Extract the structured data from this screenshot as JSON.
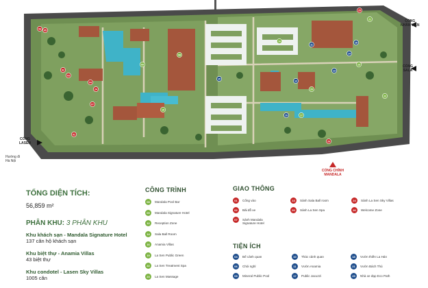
{
  "colors": {
    "congtrinh": "#7cb342",
    "giaothong": "#c62828",
    "tienich": "#1f4e8c",
    "accent_green": "#3b6e3b",
    "road": "#3a3a3a"
  },
  "map": {
    "gates": {
      "nhanvien": "CỔNG\nNHÂN VIÊN",
      "sala": "CỔNG\nSALA",
      "lasen": "CỔNG\nLASEN",
      "chinh": "CỔNG CHÍNH\nMANDALA"
    },
    "huong_di": "Hướng đi\nHà Nội",
    "markers": [
      {
        "n": "01",
        "g": "giaothong"
      },
      {
        "n": "02",
        "g": "giaothong"
      },
      {
        "n": "03",
        "g": "giaothong"
      },
      {
        "n": "04",
        "g": "giaothong"
      },
      {
        "n": "05",
        "g": "giaothong"
      },
      {
        "n": "06",
        "g": "giaothong"
      },
      {
        "n": "07",
        "g": "giaothong"
      },
      {
        "n": "08",
        "g": "congtrinh"
      },
      {
        "n": "09",
        "g": "congtrinh"
      },
      {
        "n": "10",
        "g": "tienich"
      },
      {
        "n": "11",
        "g": "tienich"
      },
      {
        "n": "12",
        "g": "tienich"
      },
      {
        "n": "13",
        "g": "tienich"
      },
      {
        "n": "14",
        "g": "tienich"
      },
      {
        "n": "15",
        "g": "tienich"
      },
      {
        "n": "16",
        "g": "congtrinh"
      },
      {
        "n": "17",
        "g": "congtrinh"
      },
      {
        "n": "18",
        "g": "tienich"
      },
      {
        "n": "19",
        "g": "congtrinh"
      },
      {
        "n": "20",
        "g": "congtrinh"
      },
      {
        "n": "21",
        "g": "congtrinh"
      },
      {
        "n": "22",
        "g": "congtrinh"
      },
      {
        "n": "23",
        "g": "congtrinh"
      },
      {
        "n": "24",
        "g": "giaothong"
      },
      {
        "n": "25",
        "g": "giaothong"
      },
      {
        "n": "26",
        "g": "giaothong"
      }
    ]
  },
  "summary": {
    "total_title": "TỔNG DIỆN TÍCH:",
    "total_value": "56,859 m²",
    "phankhu_title": "PHÂN KHU:",
    "phankhu_count": "3 PHÂN KHU",
    "zones": [
      {
        "name": "Khu khách sạn - Mandala Signature Hotel",
        "detail": "137 căn hộ khách sạn"
      },
      {
        "name": "Khu biệt thự - Anamia Villas",
        "detail": "43 biệt thự"
      },
      {
        "name": "Khu condotel - Lasen Sky Villas",
        "detail": "1005 căn"
      }
    ]
  },
  "legend": {
    "congtrinh": {
      "title": "CÔNG TRÌNH",
      "items": [
        {
          "n": "08",
          "label": "Mandala Pool Bar"
        },
        {
          "n": "09",
          "label": "Mandala Signature Hotel"
        },
        {
          "n": "12",
          "label": "Reception Zone"
        },
        {
          "n": "14",
          "label": "Sala Ball Room"
        },
        {
          "n": "16",
          "label": "Anamia Villas"
        },
        {
          "n": "19",
          "label": "La Sen Public Green"
        },
        {
          "n": "22",
          "label": "La Sen Treatment Spa"
        },
        {
          "n": "23",
          "label": "La Sen Massage"
        }
      ]
    },
    "giaothong": {
      "title": "GIAO THÔNG",
      "items": [
        {
          "n": "01",
          "label": "Cổng vào"
        },
        {
          "n": "02",
          "label": "Bãi đỗ xe"
        },
        {
          "n": "07",
          "label": "Sảnh Mandala\nSignature Hotel"
        },
        {
          "n": "13",
          "label": "Sảnh Sala Ball room"
        },
        {
          "n": "20",
          "label": "Sảnh La Sen Spa"
        },
        {
          "n": "24",
          "label": "Sảnh La Sen Sky Villas"
        },
        {
          "n": "26",
          "label": "Welcome Zone"
        }
      ]
    },
    "tienich": {
      "title": "TIỆN ÍCH",
      "items": [
        {
          "n": "04",
          "label": "Bể cảnh quan"
        },
        {
          "n": "06",
          "label": "Chòi nghỉ"
        },
        {
          "n": "09",
          "label": "Mineral Public Pool"
        },
        {
          "n": "10",
          "label": "Thác cảnh quan"
        },
        {
          "n": "11",
          "label": "Vườn Anamia"
        },
        {
          "n": "17",
          "label": "Public Jacuzzi"
        },
        {
          "n": "18",
          "label": "Vườn thiền La Hán"
        },
        {
          "n": "21",
          "label": "Vườn Bách Thú"
        },
        {
          "n": "25",
          "label": "Nhà xe đạp Eco Path"
        }
      ]
    }
  }
}
